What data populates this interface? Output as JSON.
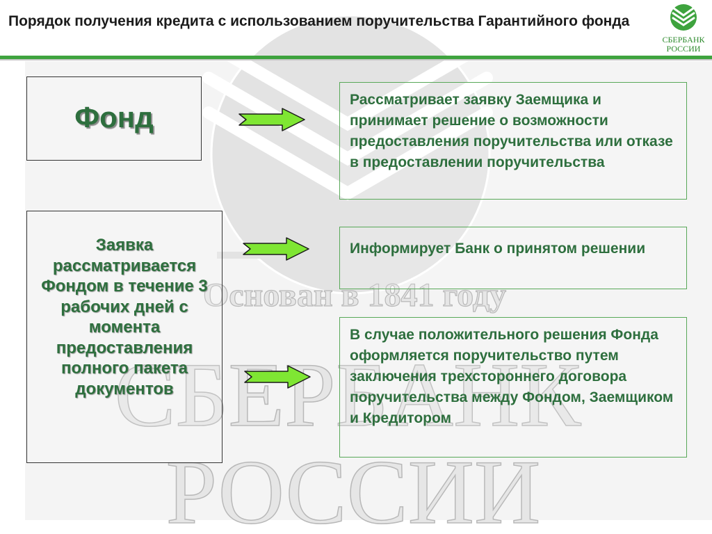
{
  "header": {
    "title": "Порядок получения кредита с использованием поручительства Гарантийного фонда"
  },
  "logo": {
    "line1": "СБЕРБАНК",
    "line2": "РОССИИ",
    "icon": "sberbank-logo-icon",
    "color": "#2e8b2e"
  },
  "watermark": {
    "subtitle": "Основан в 1841 году",
    "word1": "СБЕРБАНК",
    "word2": "РОССИИ"
  },
  "left": {
    "fond": "Фонд",
    "zayavka": "Заявка рассматривается Фондом в течение 3 рабочих дней с момента предоставления полного пакета документов"
  },
  "right": {
    "box1": "Рассматривает заявку Заемщика и принимает решение о возможности предоставления поручительства или отказе в предоставлении поручительства",
    "box2": "Информирует Банк о принятом решении",
    "box3": "В случае положительного решения Фонда оформляется поручительство путем заключения трехстороннего договора поручительства между Фондом, Заемщиком и Кредитором"
  },
  "colors": {
    "accent": "#3ea33e",
    "text_green": "#2e6f3e",
    "arrow_fill": "#7fe633"
  }
}
